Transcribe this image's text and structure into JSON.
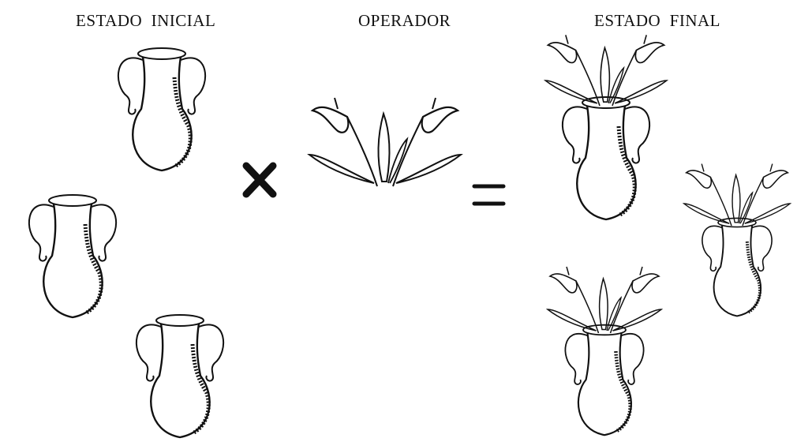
{
  "labels": {
    "initial_state": "ESTADO  INICIAL",
    "operator": "OPERADOR",
    "final_state": "ESTADO  FINAL"
  },
  "symbols": {
    "multiply": "×",
    "equals": "="
  },
  "icons": [
    "vase-icon",
    "calla-lily-icon",
    "vase-with-flowers-icon",
    "multiply-icon",
    "equals-icon"
  ],
  "colors": {
    "ink": "#111111",
    "background": "#ffffff"
  }
}
